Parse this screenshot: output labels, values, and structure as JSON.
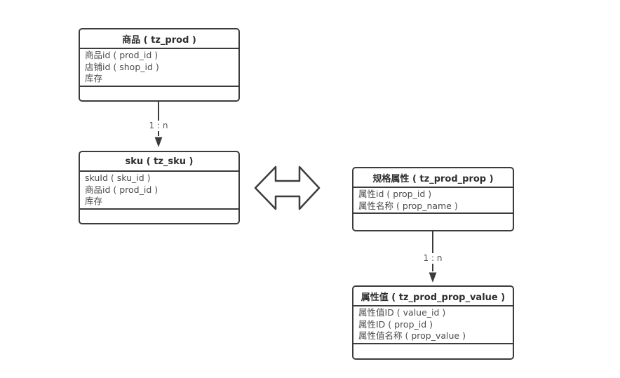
{
  "diagram": {
    "type": "entity-relationship",
    "background_color": "#ffffff",
    "border_color": "#3c3c3c",
    "header_text_color": "#2e2e2e",
    "field_text_color": "#4c4c4c",
    "relation_label_color": "#565656"
  },
  "entities": {
    "prod": {
      "title": "商品 ( tz_prod )",
      "fields": [
        "商品id ( prod_id )",
        "店铺id ( shop_id )",
        "库存"
      ]
    },
    "sku": {
      "title": "sku ( tz_sku )",
      "fields": [
        "skuId ( sku_id )",
        "商品id ( prod_id )",
        "库存"
      ]
    },
    "prop": {
      "title": "规格属性 ( tz_prod_prop )",
      "fields": [
        "属性id ( prop_id )",
        "属性名称 ( prop_name )"
      ]
    },
    "prop_value": {
      "title": "属性值 ( tz_prod_prop_value )",
      "fields": [
        "属性值ID ( value_id )",
        "属性ID ( prop_id )",
        "属性值名称 ( prop_value )"
      ]
    }
  },
  "relations": {
    "prod_to_sku": {
      "label": "1 : n",
      "type": "one-to-many-arrow"
    },
    "prop_to_value": {
      "label": "1 : n",
      "type": "one-to-many-arrow"
    },
    "sku_prop_link": {
      "type": "double-headed-arrow"
    }
  }
}
